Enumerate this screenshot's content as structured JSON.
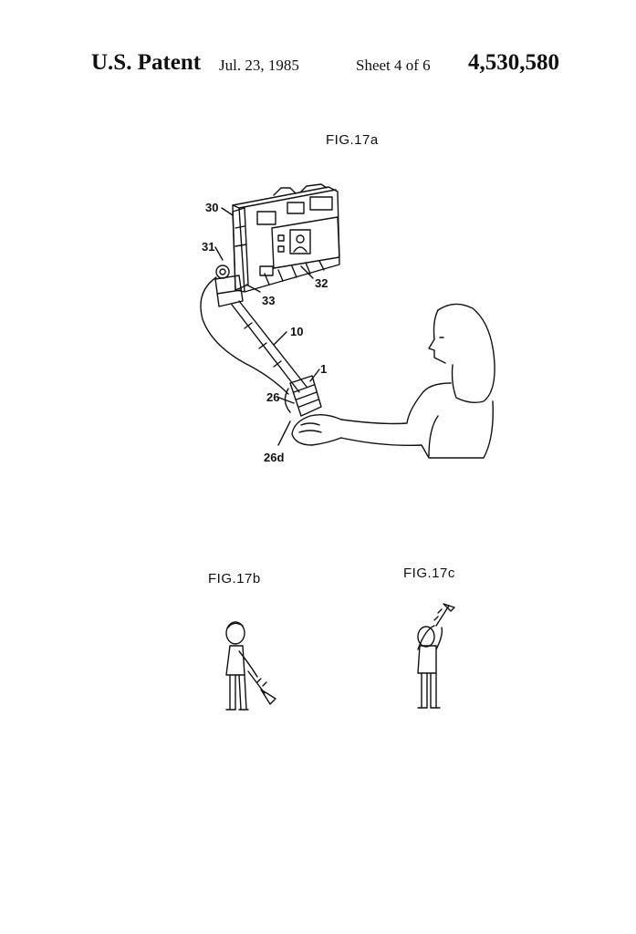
{
  "header": {
    "patent": "U.S. Patent",
    "date": "Jul. 23, 1985",
    "sheet": "Sheet 4 of 6",
    "number": "4,530,580"
  },
  "figures": {
    "fig17a": "FIG.17a",
    "fig17b": "FIG.17b",
    "fig17c": "FIG.17c"
  },
  "refs": {
    "r30": "30",
    "r31": "31",
    "r32": "32",
    "r33": "33",
    "r10": "10",
    "r1": "1",
    "r26": "26",
    "r26d": "26d"
  }
}
